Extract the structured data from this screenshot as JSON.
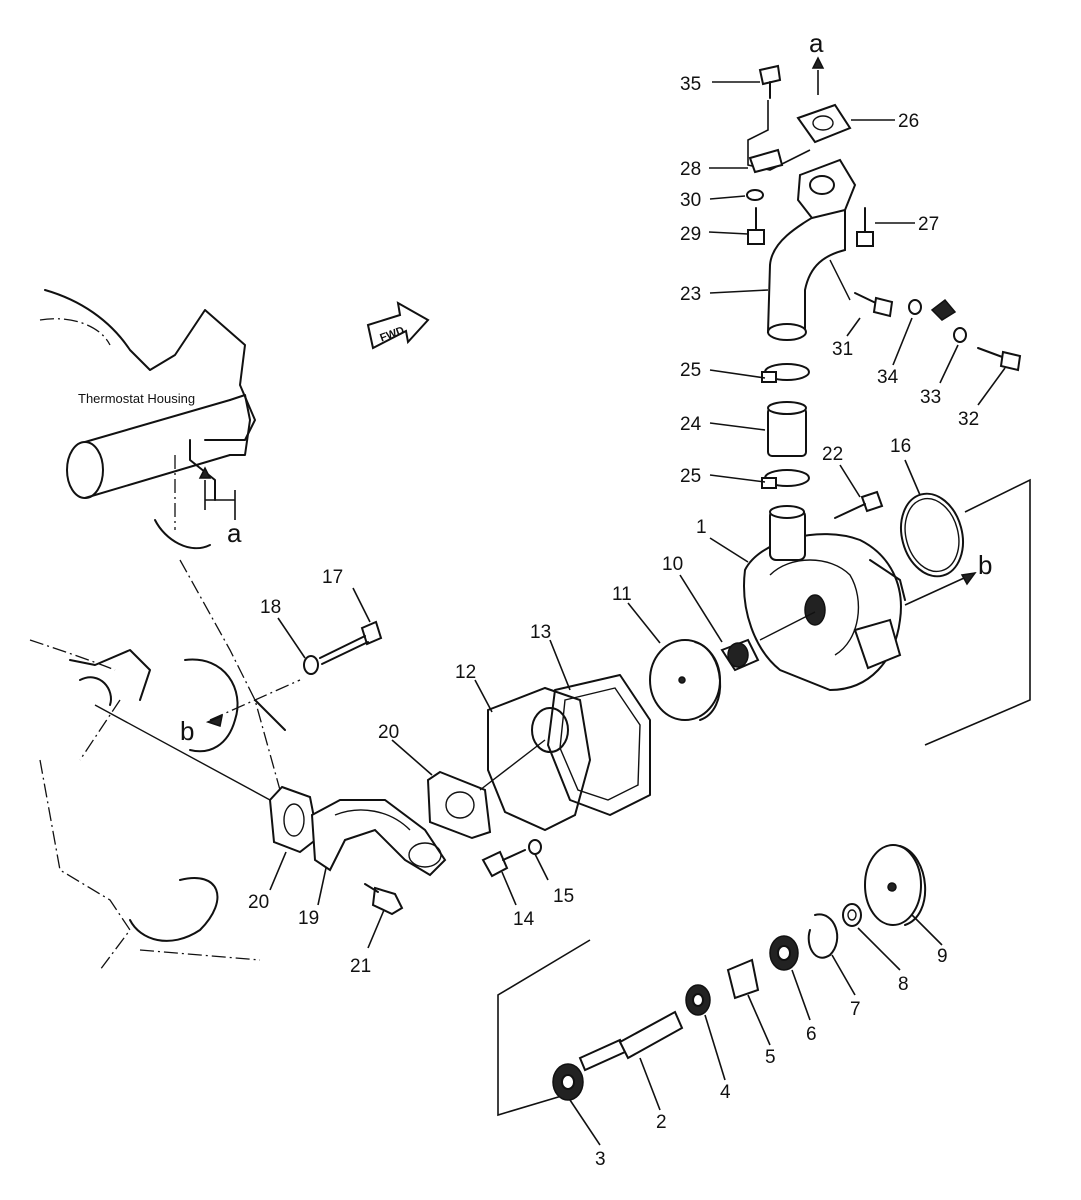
{
  "diagram": {
    "housing_label": "Thermostat Housing",
    "fwd_label": "FWD",
    "ref_letters": {
      "a_top": "a",
      "a_left": "a",
      "b_right": "b",
      "b_left": "b"
    },
    "parts": {
      "p1": "1",
      "p2": "2",
      "p3": "3",
      "p4": "4",
      "p5": "5",
      "p6": "6",
      "p7": "7",
      "p8": "8",
      "p9": "9",
      "p10": "10",
      "p11": "11",
      "p12": "12",
      "p13": "13",
      "p14": "14",
      "p15": "15",
      "p16": "16",
      "p17": "17",
      "p18": "18",
      "p19": "19",
      "p20a": "20",
      "p20b": "20",
      "p21": "21",
      "p22": "22",
      "p23": "23",
      "p24": "24",
      "p25a": "25",
      "p25b": "25",
      "p26": "26",
      "p27": "27",
      "p28": "28",
      "p29": "29",
      "p30": "30",
      "p31": "31",
      "p32": "32",
      "p33": "33",
      "p34": "34",
      "p35": "35"
    }
  }
}
